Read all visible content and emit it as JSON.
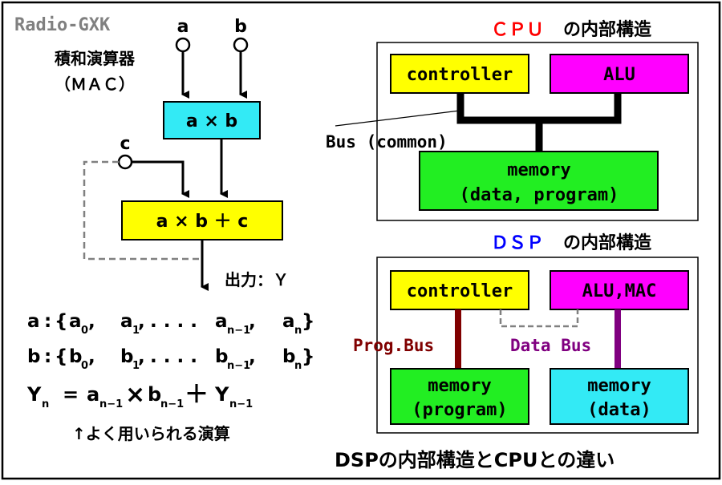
{
  "brand": "Radio-GXK",
  "mac": {
    "title": "積和演算器",
    "subtitle": "（ＭＡＣ）",
    "input_a": "a",
    "input_b": "b",
    "input_c": "c",
    "multiply_box": "a × b",
    "mac_box": "a × b ＋ c",
    "output_label": "出力：Ｙ"
  },
  "formulas": {
    "a_line": {
      "name": "a",
      "colon": ":",
      "brace_open": "{",
      "sep": ",",
      "dots": ". . . .",
      "brace_close": "}",
      "sub0": "0",
      "sub1": "1",
      "subn1": "n−1",
      "subn": "n"
    },
    "b_line": {
      "name": "b",
      "colon": ":",
      "brace_open": "{",
      "sep": ",",
      "dots": ". . . .",
      "brace_close": "}",
      "sub0": "0",
      "sub1": "1",
      "subn1": "n−1",
      "subn": "n"
    },
    "y_line": {
      "Y": "Y",
      "sub_n": "n",
      "eq": "=",
      "a": "a",
      "b": "b",
      "sub_n1": "n−1",
      "times": "×",
      "plus": "＋"
    },
    "note": "↑よく用いられる演算"
  },
  "cpu": {
    "title_highlight": "ＣＰＵ",
    "title_rest": "の内部構造",
    "controller": "controller",
    "alu": "ALU",
    "memory_line1": "memory",
    "memory_line2": "(data, program)",
    "bus_label": "Bus (common)"
  },
  "dsp": {
    "title_highlight": "ＤＳＰ",
    "title_rest": "の内部構造",
    "controller": "controller",
    "alu": "ALU,MAC",
    "prog_bus": "Prog.Bus",
    "data_bus": "Data Bus",
    "mem_prog_line1": "memory",
    "mem_prog_line2": "(program)",
    "mem_data_line1": "memory",
    "mem_data_line2": "(data)"
  },
  "caption": "DSPの内部構造とCPUとの違い",
  "colors": {
    "yellow": "#ffff00",
    "cyan": "#33eaf5",
    "magenta": "#ff00ff",
    "green": "#22ee22",
    "cpu_red": "#ff0000",
    "dsp_blue": "#0000ff",
    "prog_bus": "#800000",
    "data_bus": "#800080",
    "brand_gray": "#808080"
  }
}
